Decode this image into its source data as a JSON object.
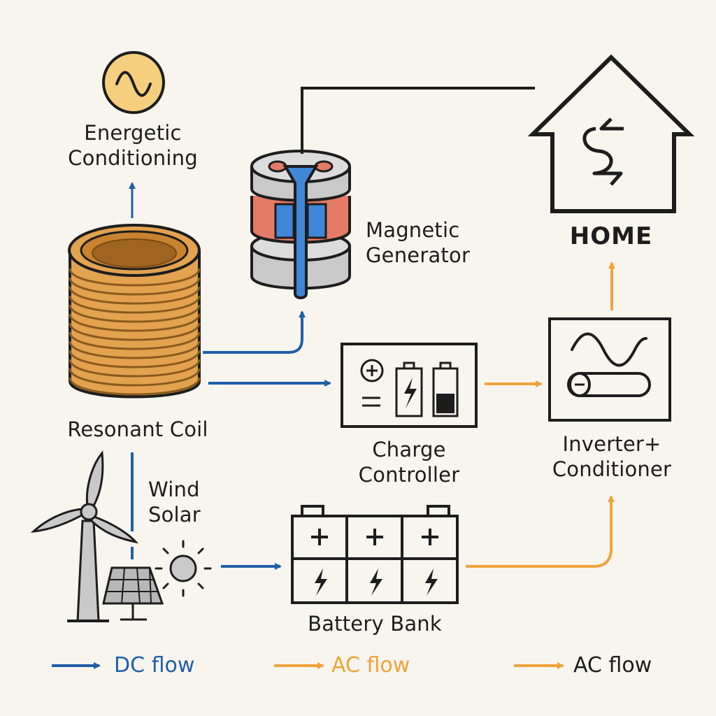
{
  "diagram": {
    "nodes": {
      "conditioning": {
        "label_line1": "Energetic",
        "label_line2": "Conditioning",
        "icon": "sine-wave-icon"
      },
      "coil": {
        "label": "Resonant Coil",
        "icon": "coil-icon"
      },
      "generator": {
        "label_line1": "Magnetic",
        "label_line2": "Generator",
        "icon": "magnet-icon"
      },
      "home": {
        "label": "HOME",
        "icon": "house-icon"
      },
      "charge_controller": {
        "label_line1": "Charge",
        "label_line2": "Controller",
        "icon": "battery-charge-icon"
      },
      "inverter": {
        "label_line1": "Inverter+",
        "label_line2": "Conditioner",
        "icon": "sine-wave-icon"
      },
      "wind_solar": {
        "label_line1": "Wind",
        "label_line2": "Solar",
        "icon": "wind-turbine-icon"
      },
      "battery_bank": {
        "label": "Battery Bank",
        "icon": "battery-icon"
      }
    },
    "legend": [
      {
        "label": "DC flow",
        "color": "#1f5fa8"
      },
      {
        "label": "AC flow",
        "color": "#f0a33a"
      },
      {
        "label": "AC flow",
        "color": "#1d1d1d"
      }
    ],
    "colors": {
      "dc": "#1f5fa8",
      "ac": "#f0a33a",
      "stroke": "#1d1d1d",
      "copper": "#e3a24f",
      "magnet_blue": "#3f86d6",
      "magnet_red": "#e57a66",
      "steel": "#c9c9c9",
      "background": "#f8f5ef"
    }
  }
}
